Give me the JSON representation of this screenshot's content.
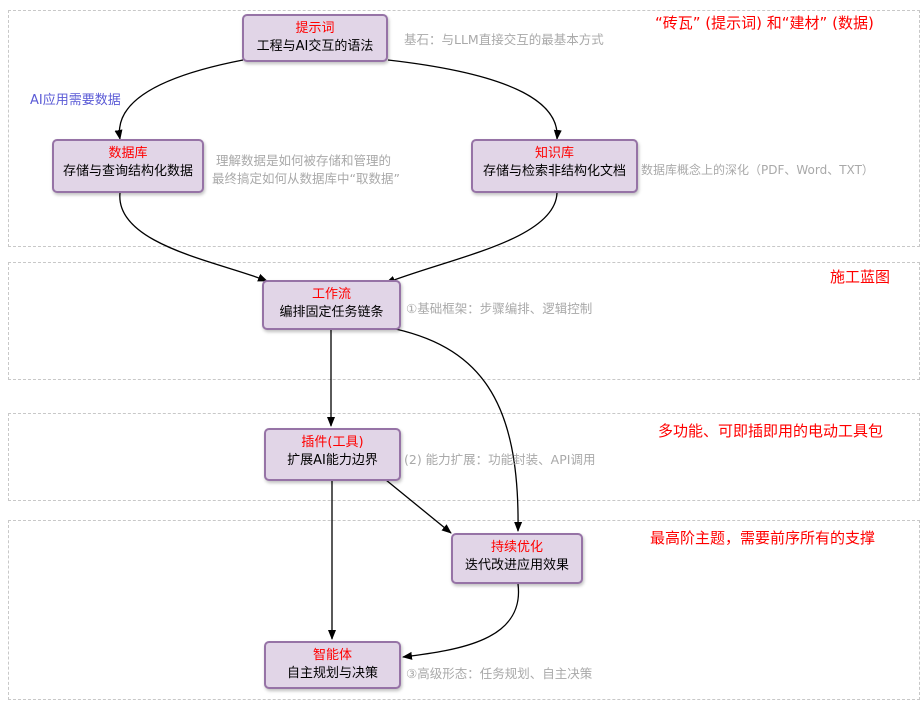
{
  "sections": [
    {
      "title": "“砖瓦” (提示词) 和“建材” (数据)"
    },
    {
      "title": "施工蓝图"
    },
    {
      "title": "多功能、可即插即用的电动工具包"
    },
    {
      "title": "最高阶主题，需要前序所有的支撑"
    }
  ],
  "nodes": {
    "prompt": {
      "title": "提示词",
      "subtitle": "工程与AI交互的语法"
    },
    "database": {
      "title": "数据库",
      "subtitle": "存储与查询结构化数据"
    },
    "knowledge": {
      "title": "知识库",
      "subtitle": "存储与检索非结构化文档"
    },
    "workflow": {
      "title": "工作流",
      "subtitle": "编排固定任务链条"
    },
    "plugin": {
      "title": "插件(工具)",
      "subtitle": "扩展AI能力边界"
    },
    "optimize": {
      "title": "持续优化",
      "subtitle": "迭代改进应用效果"
    },
    "agent": {
      "title": "智能体",
      "subtitle": "自主规划与决策"
    }
  },
  "annotations": {
    "prompt": "基石：与LLM直接交互的最基本方式",
    "database_line1": "理解数据是如何被存储和管理的",
    "database_line2": "最终搞定如何从数据库中“取数据”",
    "knowledge": "数据库概念上的深化（PDF、Word、TXT）",
    "workflow": "①基础框架：步骤编排、逻辑控制",
    "plugin": "(2) 能力扩展：功能封装、API调用",
    "agent": "③高级形态：任务规划、自主决策"
  },
  "edge_labels": {
    "prompt_to_database": "AI应用需要数据"
  }
}
